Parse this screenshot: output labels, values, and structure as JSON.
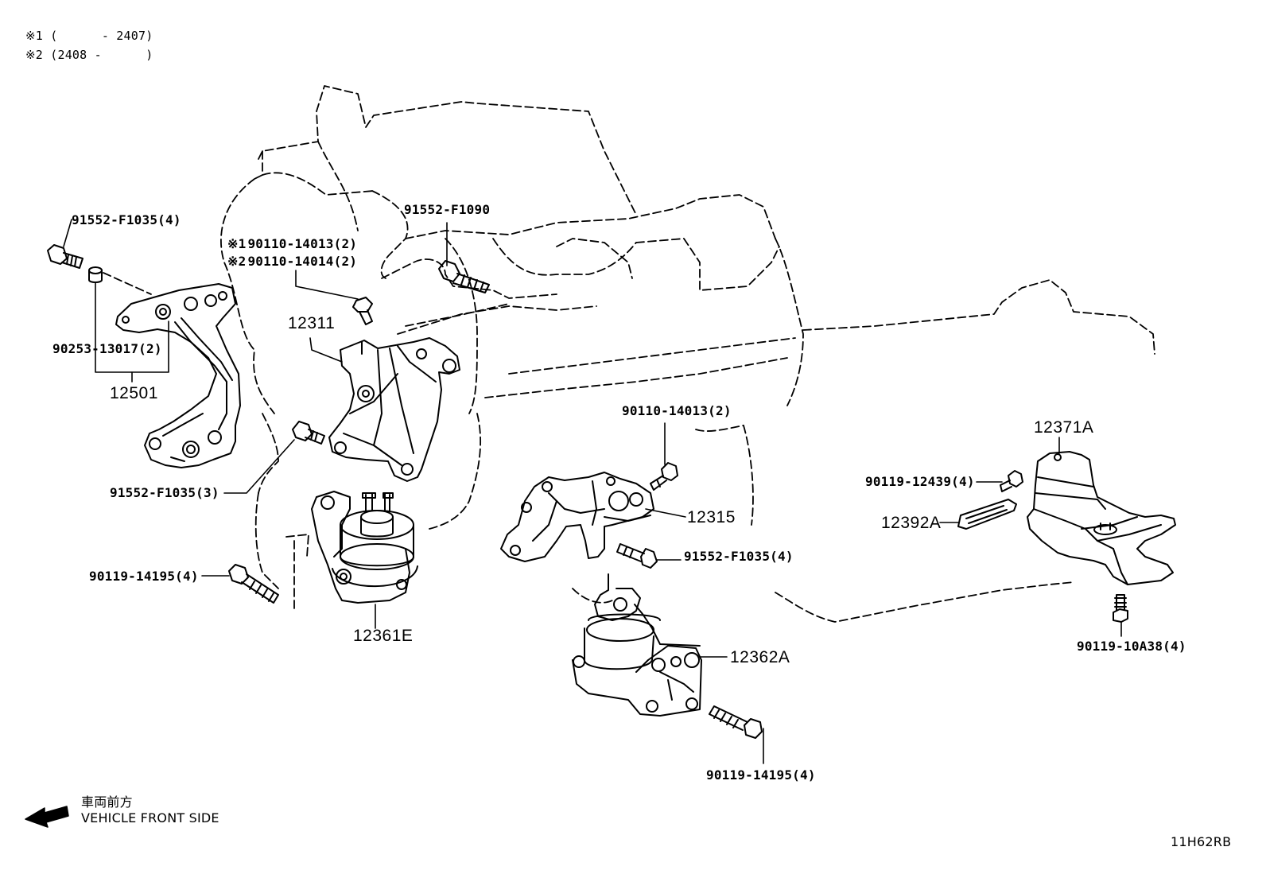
{
  "notes": {
    "n1_mark": "※1",
    "n1_text": "(      - 2407)",
    "n2_mark": "※2",
    "n2_text": "(2408 -      )"
  },
  "callouts": {
    "bolt_top_left": "91552-F1035(4)",
    "collar": "90253-13017(2)",
    "bracket_12501": "12501",
    "bolt_var1": "90110-14013(2)",
    "bolt_var2": "90110-14014(2)",
    "bracket_12311": "12311",
    "bolt_f1090": "91552-F1090",
    "bolt_front_3": "91552-F1035(3)",
    "bolt_left_mount": "90119-14195(4)",
    "mount_12361E": "12361E",
    "bolt_mid": "90110-14013(2)",
    "bracket_12315": "12315",
    "bolt_mid_f1035": "91552-F1035(4)",
    "mount_12362A": "12362A",
    "bolt_bottom": "90119-14195(4)",
    "bracket_12371A": "12371A",
    "bolt_12439": "90119-12439(4)",
    "plate_12392A": "12392A",
    "bolt_10a38": "90119-10A38(4)"
  },
  "variant_marks": {
    "v1": "※1",
    "v2": "※2"
  },
  "direction": {
    "label_jp": "車両前方",
    "label_en": "VEHICLE FRONT SIDE"
  },
  "figure_id": "11H62RB"
}
